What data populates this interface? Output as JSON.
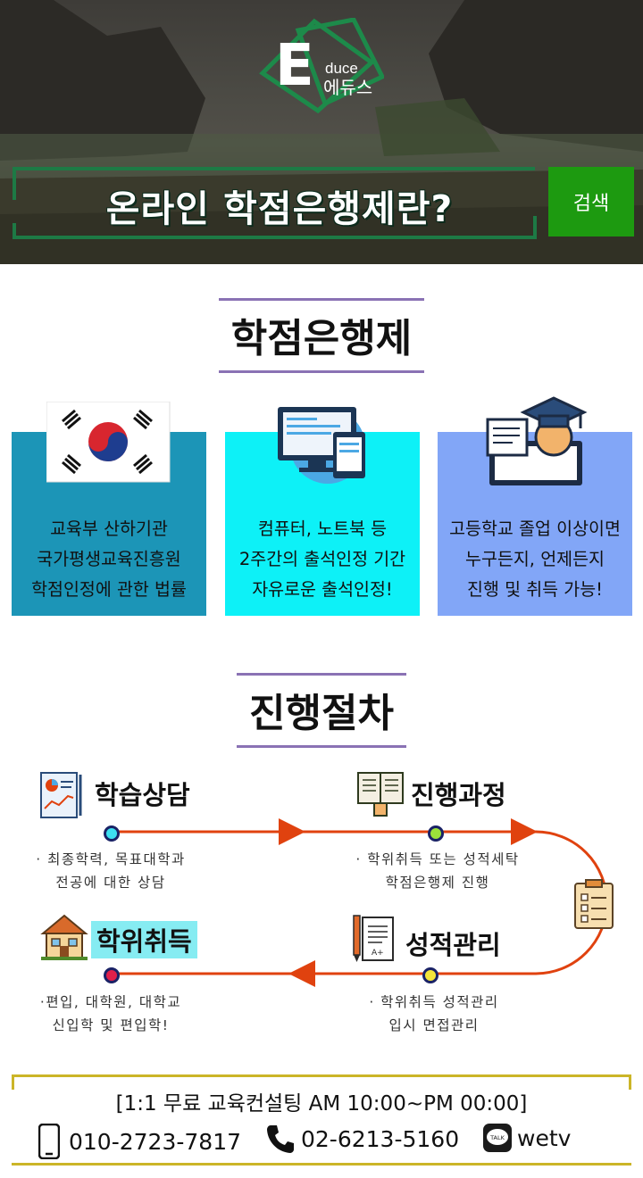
{
  "brand": {
    "letter": "E",
    "subtitle": "duce",
    "name_kr": "에듀스"
  },
  "hero": {
    "title": "온라인 학점은행제란?",
    "search_label": "검색"
  },
  "section1": {
    "title": "학점은행제",
    "cards": [
      {
        "icon": "korean-flag-icon",
        "lines": [
          "교육부 산하기관",
          "국가평생교육진흥원",
          "학점인정에 관한 법률"
        ]
      },
      {
        "icon": "devices-icon",
        "lines": [
          "컴퓨터, 노트북 등",
          "2주간의 출석인정 기간",
          "자유로운 출석인정!"
        ]
      },
      {
        "icon": "graduate-laptop-icon",
        "lines": [
          "고등학교 졸업 이상이면",
          "누구든지, 언제든지",
          "진행 및 취득 가능!"
        ]
      }
    ]
  },
  "section2": {
    "title": "진행절차",
    "steps": [
      {
        "title": "학습상담",
        "desc": [
          "· 최종학력, 목표대학과",
          "전공에 대한 상담"
        ]
      },
      {
        "title": "진행과정",
        "desc": [
          "· 학위취득 또는 성적세탁",
          "학점은행제 진행"
        ]
      },
      {
        "title": "성적관리",
        "desc": [
          "· 학위취득 성적관리",
          "입시 면접관리"
        ]
      },
      {
        "title": "학위취득",
        "desc": [
          "·편입, 대학원, 대학교",
          "신입학 및 편입학!"
        ]
      }
    ]
  },
  "footer": {
    "headline": "[1:1 무료 교육컨설팅 AM 10:00~PM 00:00]",
    "mobile": "010-2723-7817",
    "phone": "02-6213-5160",
    "kakao": "wetv",
    "kakao_badge": "TALK"
  },
  "colors": {
    "accent_green": "#1d9a10",
    "section_line": "#8a72b4",
    "arrow": "#e0420f",
    "footer_gold": "#cbb528"
  }
}
